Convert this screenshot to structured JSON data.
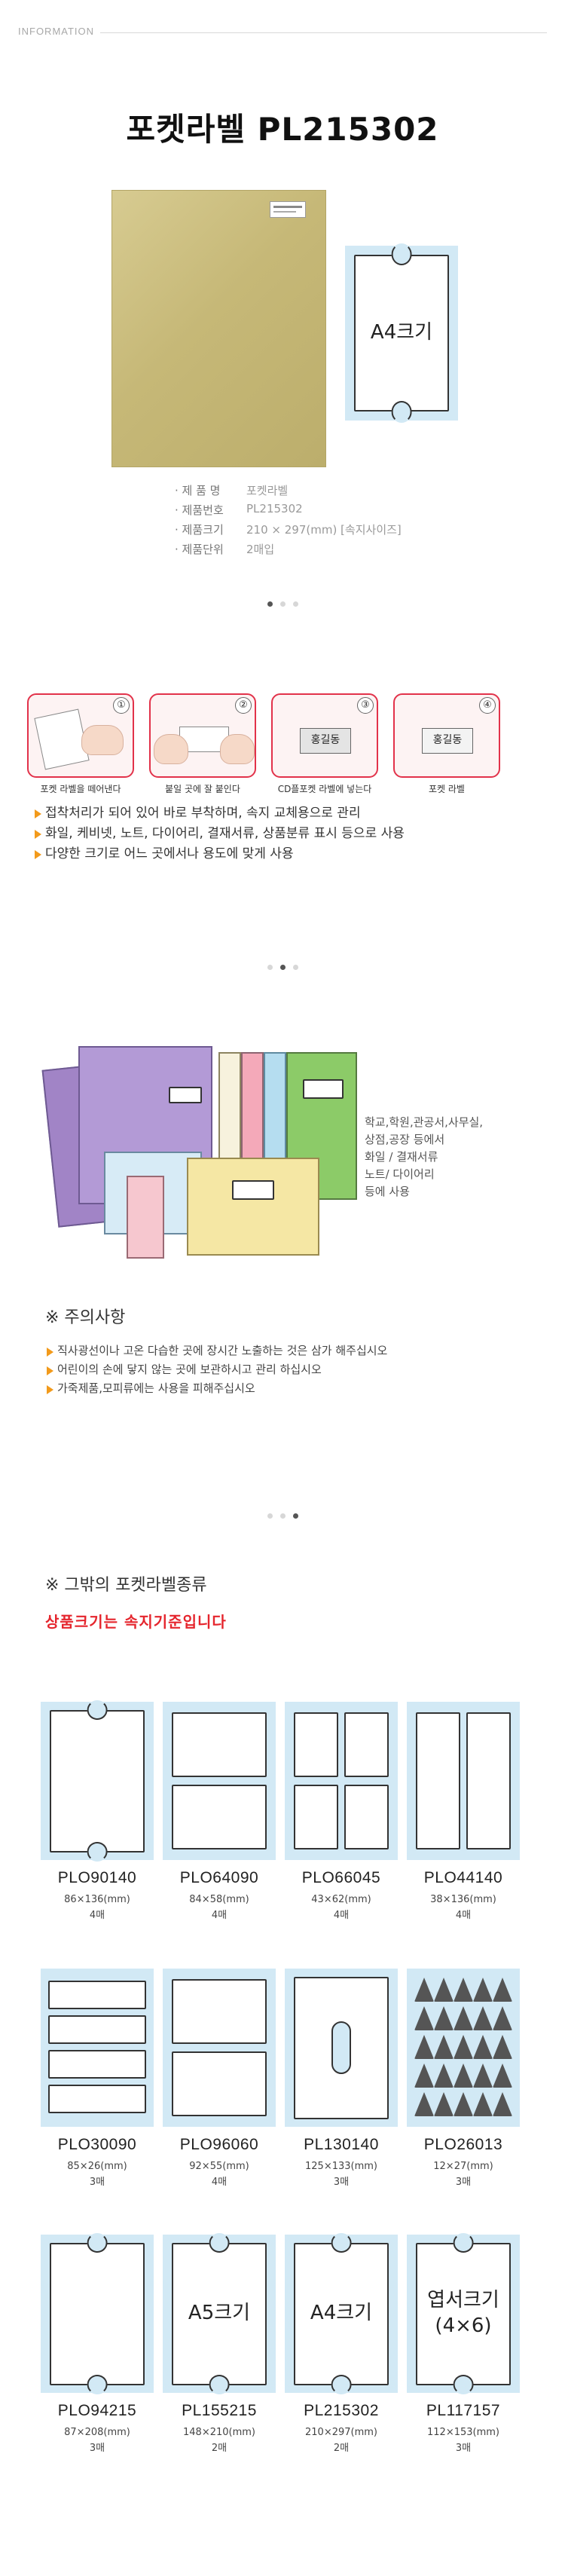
{
  "header": {
    "label": "INFORMATION"
  },
  "title": "포켓라벨 PL215302",
  "hero": {
    "pocket_text": "A4크기"
  },
  "specs": [
    {
      "key": "제 품 명",
      "value": "포켓라벨"
    },
    {
      "key": "제품번호",
      "value": "PL215302"
    },
    {
      "key": "제품크기",
      "value": "210 × 297(mm) [속지사이즈]"
    },
    {
      "key": "제품단위",
      "value": "2매입"
    }
  ],
  "steps": [
    {
      "num": "①",
      "caption": "포켓 라벨을 떼어낸다"
    },
    {
      "num": "②",
      "caption": "붙일 곳에 잘 붙인다"
    },
    {
      "num": "③",
      "caption": "CD플포켓 라벨에 넣는다",
      "chip": "홍길동"
    },
    {
      "num": "④",
      "caption": "포켓 라벨",
      "chip": "홍길동"
    }
  ],
  "features": [
    "접착처리가 되어 있어 바로 부착하며, 속지 교체용으로 관리",
    "화일, 케비넷, 노트, 다이어리, 결재서류, 상품분류 표시 등으로 사용",
    "다양한 크기로 어느 곳에서나 용도에 맞게 사용"
  ],
  "uses": [
    "학교,학원,관공서,사무실,",
    "상점,공장 등에서",
    "화일 / 결재서류",
    "노트/ 다이어리",
    "등에 사용"
  ],
  "notice": {
    "title": "※ 주의사항",
    "items": [
      "직사광선이나 고온 다습한 곳에 장시간 노출하는 것은 삼가 해주십시오",
      "어린이의 손에 닿지 않는 곳에 보관하시고 관리 하십시오",
      "가죽제품,모피류에는 사용을 피해주십시오"
    ]
  },
  "types": {
    "title": "※ 그밖의 포켓라벨종류",
    "subtitle": "상품크기는 속지기준입니다",
    "items": [
      {
        "code": "PLO90140",
        "size": "86×136(mm)",
        "count": "4매",
        "style": "single"
      },
      {
        "code": "PLO64090",
        "size": "84×58(mm)",
        "count": "4매",
        "style": "double-h"
      },
      {
        "code": "PLO66045",
        "size": "43×62(mm)",
        "count": "4매",
        "style": "quad"
      },
      {
        "code": "PLO44140",
        "size": "38×136(mm)",
        "count": "4매",
        "style": "double-v"
      },
      {
        "code": "PLO30090",
        "size": "85×26(mm)",
        "count": "3매",
        "style": "strips"
      },
      {
        "code": "PLO96060",
        "size": "92×55(mm)",
        "count": "4매",
        "style": "double-h"
      },
      {
        "code": "PL130140",
        "size": "125×133(mm)",
        "count": "3매",
        "style": "slot"
      },
      {
        "code": "PLO26013",
        "size": "12×27(mm)",
        "count": "3매",
        "style": "triangles"
      },
      {
        "code": "PLO94215",
        "size": "87×208(mm)",
        "count": "3매",
        "style": "single"
      },
      {
        "code": "PL155215",
        "size": "148×210(mm)",
        "count": "2매",
        "style": "single",
        "text": "A5크기"
      },
      {
        "code": "PL215302",
        "size": "210×297(mm)",
        "count": "2매",
        "style": "single",
        "text": "A4크기"
      },
      {
        "code": "PL117157",
        "size": "112×153(mm)",
        "count": "3매",
        "style": "single",
        "text": "엽서크기\n(4×6)"
      }
    ]
  },
  "colors": {
    "accent": "#e5252d",
    "pocket_blue": "#d2e9f5",
    "bullet": "#f29a1b"
  }
}
